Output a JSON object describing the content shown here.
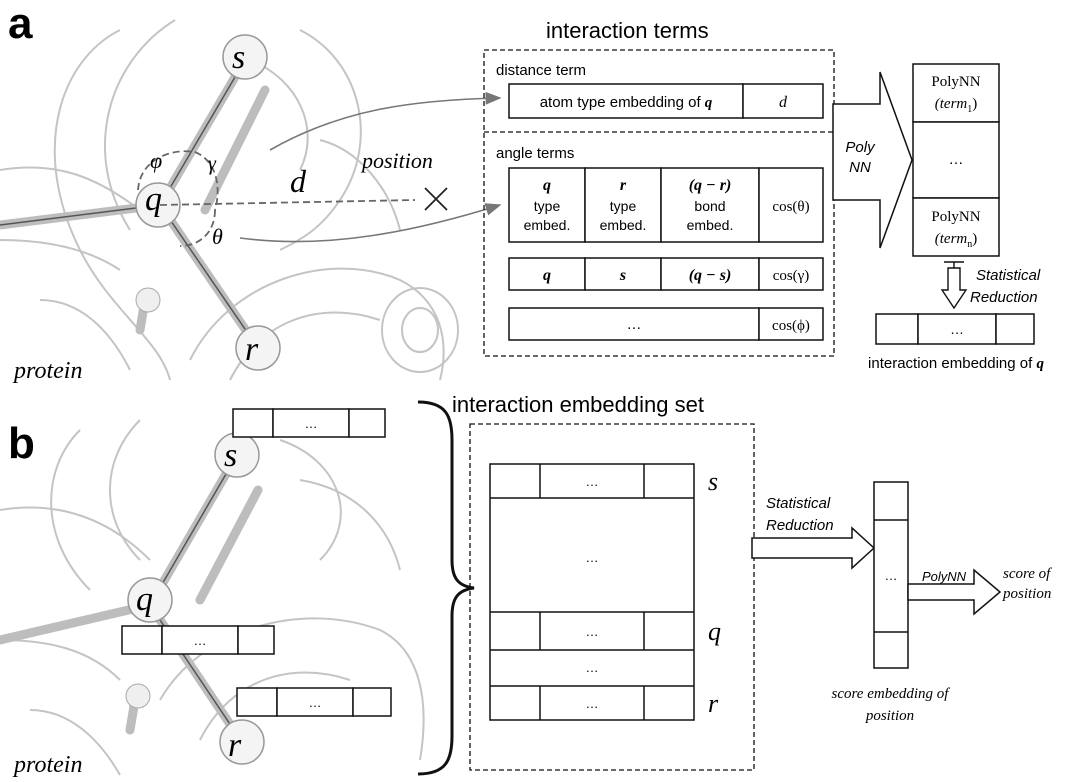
{
  "panel_a": {
    "panel_label": "a",
    "molecule": {
      "atoms": {
        "s": "s",
        "q": "q",
        "r": "r"
      },
      "angles": {
        "phi": "φ",
        "gamma": "γ",
        "theta": "θ"
      },
      "distance": "d",
      "position": "position",
      "protein": "protein"
    },
    "interaction_terms": {
      "title": "interaction terms",
      "distance_section": {
        "label": "distance term",
        "row": {
          "embedding_prefix": "atom type embedding of ",
          "embedding_atom": "q",
          "value": "d"
        }
      },
      "angle_section": {
        "label": "angle terms",
        "row1": {
          "cells": [
            {
              "head": "q",
              "lines": [
                "type",
                "embed."
              ]
            },
            {
              "head": "r",
              "lines": [
                "type",
                "embed."
              ]
            },
            {
              "head": "(q − r)",
              "lines": [
                "bond",
                "embed."
              ]
            }
          ],
          "cos": "cos(θ)"
        },
        "row2": {
          "cells": [
            "q",
            "s",
            "(q − s)"
          ],
          "cos": "cos(γ)"
        },
        "row3": {
          "cells": [
            "…"
          ],
          "cos": "cos(ϕ)"
        }
      }
    },
    "polynn_arrow": {
      "line1": "Poly",
      "line2": "NN"
    },
    "polynn_stack": {
      "top_line1": "PolyNN",
      "top_line2": "(term",
      "top_sub": "1",
      "middle": "…",
      "bottom_line1": "PolyNN",
      "bottom_line2": "(term",
      "bottom_sub": "n"
    },
    "statistical_reduction": {
      "line1": "Statistical",
      "line2": "Reduction"
    },
    "interaction_embedding": {
      "cell": "…",
      "caption_prefix": "interaction embedding of ",
      "caption_atom": "q"
    }
  },
  "panel_b": {
    "panel_label": "b",
    "molecule": {
      "atoms": {
        "s": "s",
        "q": "q",
        "r": "r"
      },
      "protein": "protein"
    },
    "atom_embeddings": {
      "s_cell": "…",
      "q_cell": "…",
      "r_cell": "…"
    },
    "embedding_set": {
      "title": "interaction embedding set",
      "row_s": {
        "cell": "…",
        "label": "s"
      },
      "middle": "…",
      "row_q": {
        "cell": "…",
        "label": "q"
      },
      "middle2": "…",
      "row_r": {
        "cell": "…",
        "label": "r"
      }
    },
    "statistical_reduction": {
      "line1": "Statistical",
      "line2": "Reduction"
    },
    "score_embedding": {
      "cell": "…",
      "caption_line1": "score embedding of",
      "caption_line2": "position"
    },
    "polynn": "PolyNN",
    "score": {
      "line1": "score of",
      "line2": "position"
    }
  },
  "colors": {
    "line": "#111111",
    "protein_gray": "#b8b8b8",
    "dashed": "#777777"
  }
}
